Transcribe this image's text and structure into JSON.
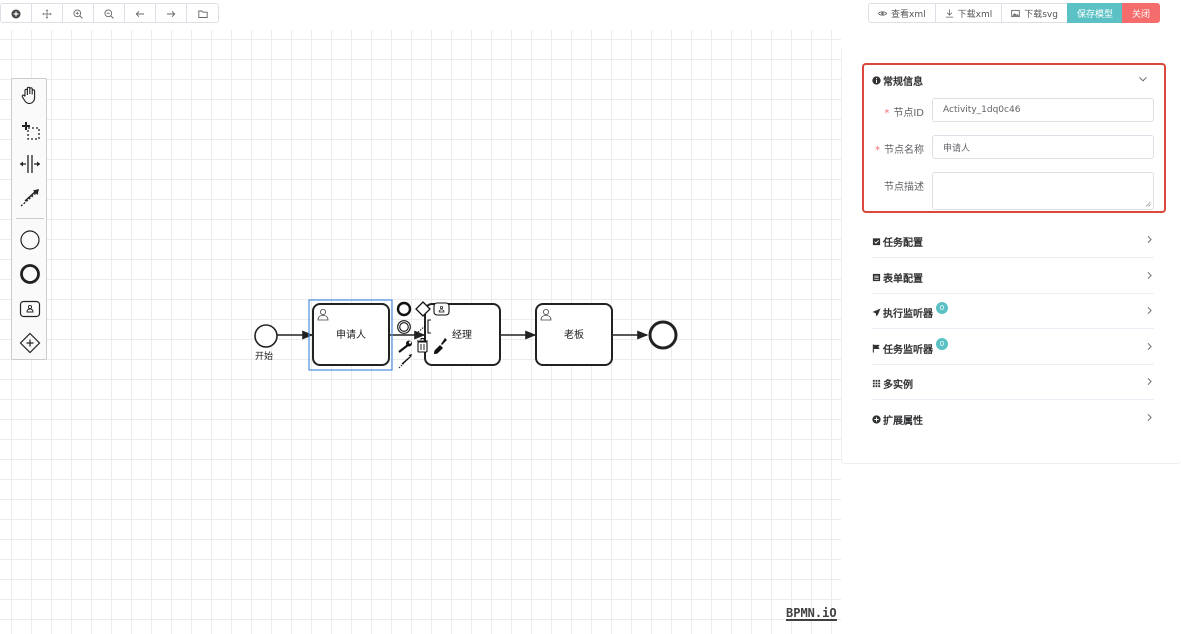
{
  "toolbar": {
    "left_buttons": [
      "plus-circle-icon",
      "move-icon",
      "zoom-in-icon",
      "zoom-out-icon",
      "undo-icon",
      "redo-icon",
      "folder-icon"
    ],
    "view_xml": "查看xml",
    "download_xml": "下载xml",
    "download_svg": "下载svg",
    "save_model": "保存模型",
    "close": "关闭",
    "colors": {
      "save": "#5cc1c4",
      "close": "#f56c6c"
    }
  },
  "palette": {
    "tools": [
      "hand-tool-icon",
      "lasso-tool-icon",
      "space-tool-icon",
      "global-connect-icon",
      "start-event-icon",
      "end-event-icon",
      "user-task-icon",
      "gateway-icon"
    ]
  },
  "diagram": {
    "start_label": "开始",
    "tasks": [
      "申请人",
      "经理",
      "老板"
    ],
    "selected_task": "申请人"
  },
  "panel": {
    "general": {
      "title": "常规信息",
      "id_label": "节点ID",
      "id_value": "Activity_1dq0c46",
      "name_label": "节点名称",
      "name_value": "申请人",
      "desc_label": "节点描述",
      "desc_value": "",
      "highlight_color": "#d9483b"
    },
    "sections": [
      {
        "label": "任务配置"
      },
      {
        "label": "表单配置"
      },
      {
        "label": "执行监听器",
        "badge": "0"
      },
      {
        "label": "任务监听器",
        "badge": "0"
      },
      {
        "label": "多实例"
      },
      {
        "label": "扩展属性"
      }
    ]
  },
  "watermark": "BPMN.iO"
}
